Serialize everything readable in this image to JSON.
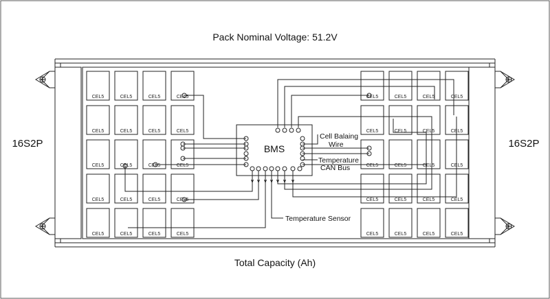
{
  "title": "Pack Nominal Voltage: 51.2V",
  "footer": "Total Capacity (Ah)",
  "config_left": "16S2P",
  "config_right": "16S2P",
  "bms_label": "BMS",
  "cell_label": "CEL5",
  "label_cell_balancing_line1": "Cell Balaing",
  "label_cell_balancing_line2": "Wire",
  "label_temp_can_line1": "Temperature",
  "label_temp_can_line2": "CAN Bus",
  "label_temp_sensor": "Temperature Sensor"
}
